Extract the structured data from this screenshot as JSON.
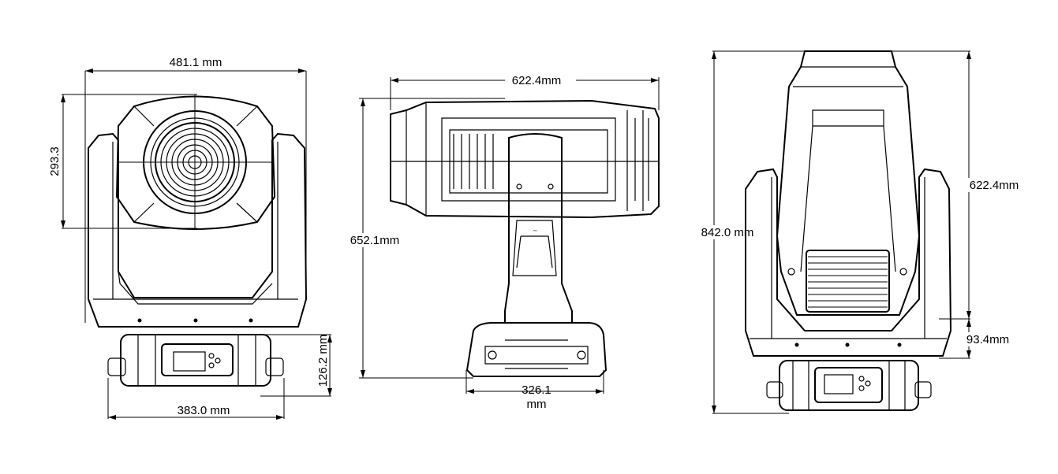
{
  "views": {
    "front": {
      "width_label": "481.1 mm",
      "head_height_label": "293.3",
      "base_height_label": "126.2 mm",
      "base_width_label": "383.0 mm"
    },
    "side": {
      "length_label": "622.4mm",
      "height_label": "652.1mm",
      "base_width_label": "326.1",
      "base_width_unit": "mm"
    },
    "back": {
      "total_height_label": "842.0 mm",
      "upper_height_label": "622.4mm",
      "lower_height_label": "93.4mm"
    }
  },
  "colors": {
    "line": "#000000",
    "background": "#ffffff"
  }
}
